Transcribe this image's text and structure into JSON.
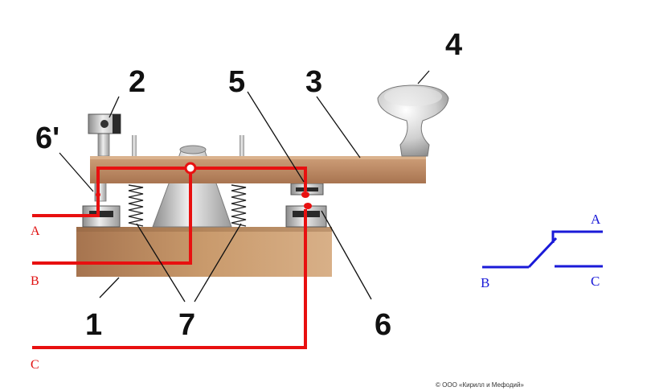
{
  "labels": {
    "base": "1",
    "adjust_screw": "2",
    "lever": "3",
    "knob": "4",
    "moving_contact": "5",
    "fixed_contact": "6",
    "fixed_contact_prime": "6'",
    "springs": "7"
  },
  "wires": {
    "a": "A",
    "b": "B",
    "c": "C"
  },
  "schematic": {
    "a": "A",
    "b": "B",
    "c": "C"
  },
  "copyright": "© ООО «Кирилл и Мефодий»",
  "colors": {
    "wire": "#e81010",
    "schematic": "#1a1ad8",
    "wood_lever": "#c49368",
    "wood_base": "#c29060",
    "metal": "#c8c8c8"
  }
}
